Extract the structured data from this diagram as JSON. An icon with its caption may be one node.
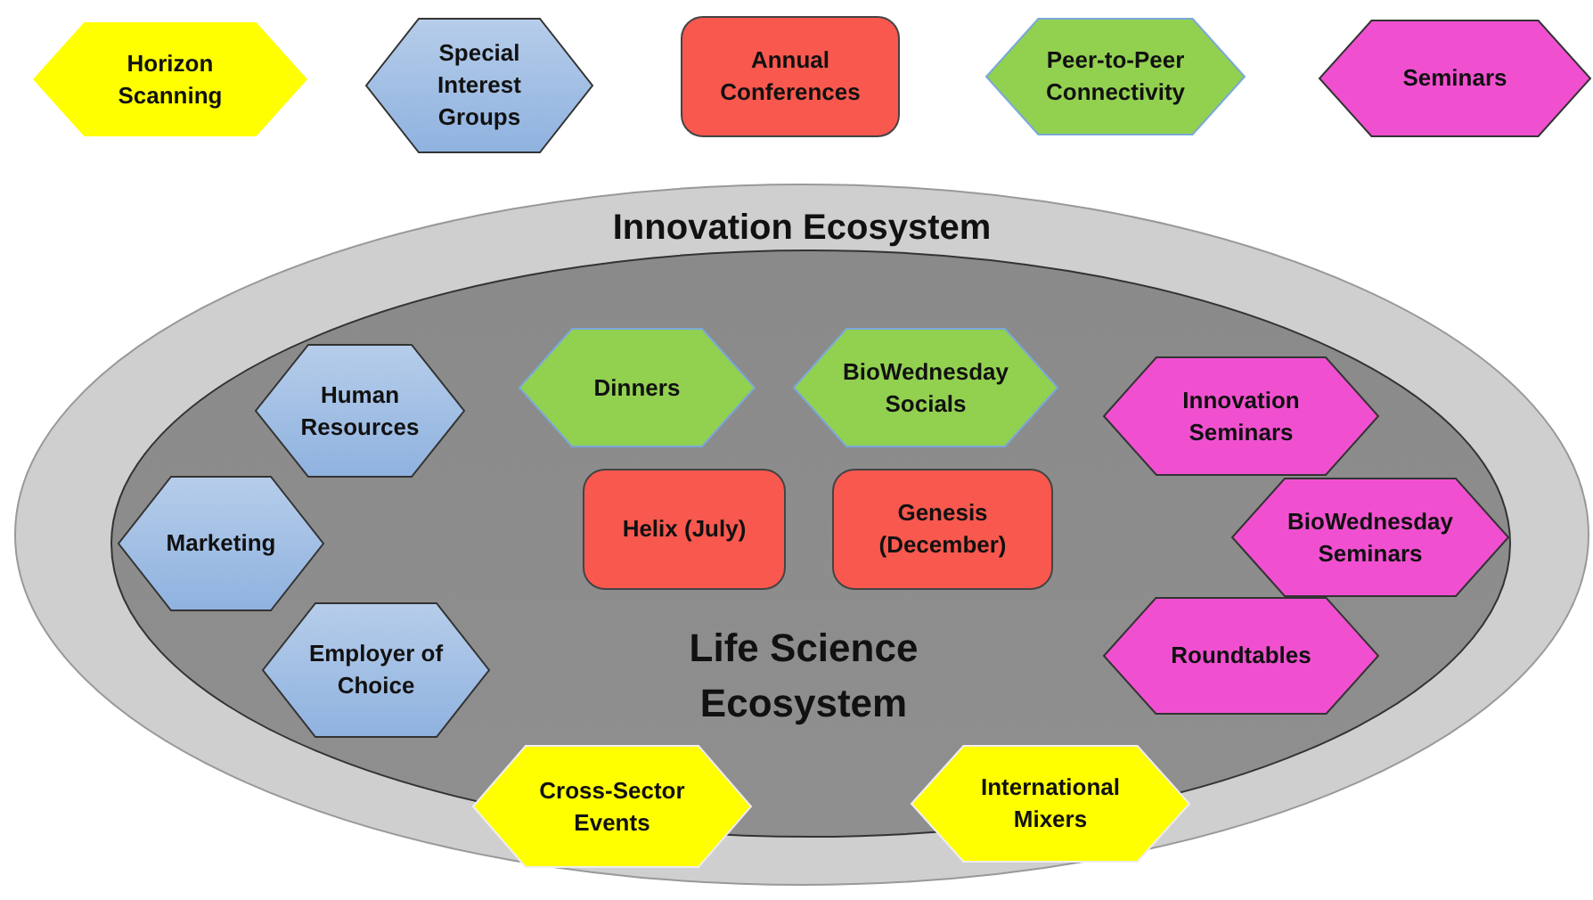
{
  "diagram": {
    "nodes": [
      {
        "text": [
          "Horizon Scanning"
        ]
      },
      {
        "text": [
          "Special Interest Groups"
        ]
      },
      {
        "text": [
          "Annual Conferences"
        ]
      },
      {
        "text": [
          "Peer-to-Peer Connectivity"
        ]
      },
      {
        "text": [
          "Seminars"
        ]
      },
      {
        "text": [
          "Innovation Ecosystem"
        ]
      },
      {
        "text": [
          "Life Science Ecosystem"
        ],
        "in": 5
      },
      {
        "text": [
          "Human Resources"
        ],
        "in": 6
      },
      {
        "text": [
          "Marketing"
        ],
        "in": 6
      },
      {
        "text": [
          "Employer of Choice"
        ],
        "in": 6
      },
      {
        "text": [
          "Dinners"
        ],
        "in": 6
      },
      {
        "text": [
          "BioWednesday Socials"
        ],
        "in": 6
      },
      {
        "text": [
          "Helix (July)"
        ],
        "in": 6
      },
      {
        "text": [
          "Genesis (December)"
        ],
        "in": 6
      },
      {
        "text": [
          "Innovation Seminars"
        ],
        "in": 6
      },
      {
        "text": [
          "BioWednesday Seminars"
        ],
        "in": 6
      },
      {
        "text": [
          "Roundtables"
        ],
        "in": 6
      },
      {
        "text": [
          "Cross-Sector Events"
        ],
        "in": 5
      },
      {
        "text": [
          "International Mixers"
        ],
        "in": 5
      }
    ]
  }
}
